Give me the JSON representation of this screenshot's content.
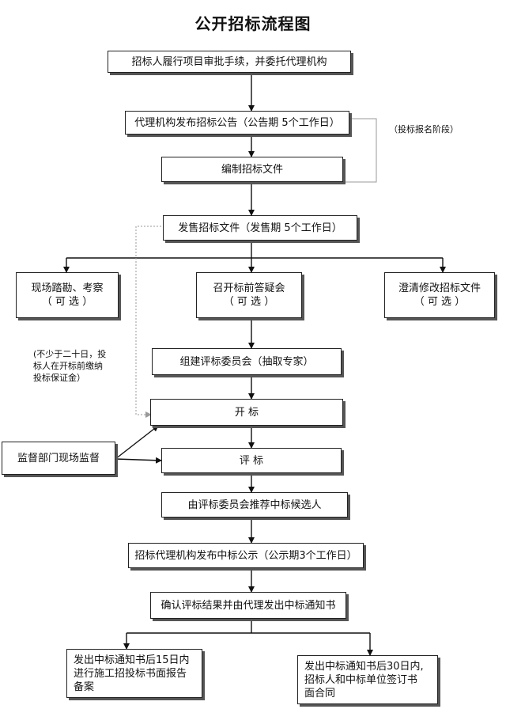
{
  "title": "公开招标流程图",
  "steps": {
    "entrust": "招标人履行项目审批手续，并委托代理机构",
    "announce": "代理机构发布招标公告（公告期 5个工作日）",
    "compile_docs": "编制招标文件",
    "sell_docs": "发售招标文件（发售期 5个工作日）",
    "site_visit": {
      "line1": "现场踏勘、考察",
      "line2": "（ 可  选 ）"
    },
    "pre_bid": {
      "line1": "召开标前答疑会",
      "line2": "（ 可  选 ）"
    },
    "clarify": {
      "line1": "澄清修改招标文件",
      "line2": "（ 可  选 ）"
    },
    "committee": "组建评标委员会（抽取专家）",
    "opening": "开      标",
    "evaluation": "评      标",
    "recommend": "由评标委员会推荐中标候选人",
    "publicity": "招标代理机构发布中标公示（公示期3个工作日）",
    "notify": "确认评标结果并由代理发出中标通知书",
    "report": {
      "line1": "发出中标通知书后15日内",
      "line2": "进行施工招投标书面报告",
      "line3": "备案"
    },
    "contract": {
      "line1": "发出中标通知书后30日内,",
      "line2": "招标人和中标单位签订书",
      "line3": "面合同"
    },
    "supervision": "监督部门现场监督"
  },
  "notes": {
    "registration": "（投标报名阶段）",
    "deposit": {
      "line1": "(不少于二十日，投",
      "line2": "标人在开标前缴纳",
      "line3": "投标保证金）"
    }
  }
}
